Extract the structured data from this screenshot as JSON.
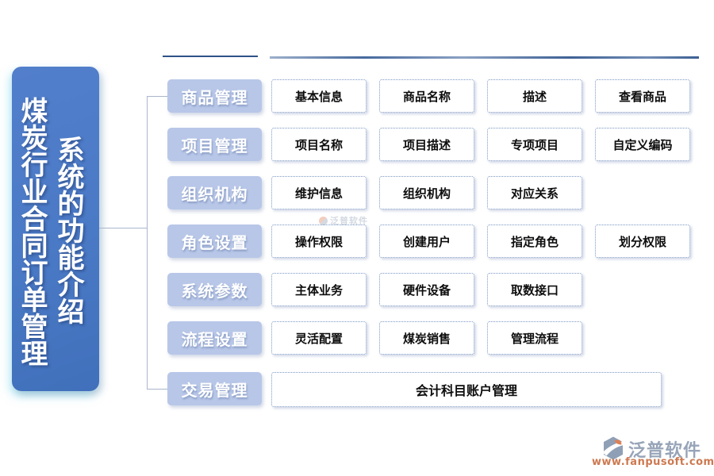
{
  "banner": {
    "title_line1": "煤炭行业合同订单管理",
    "title_line2": "系统的功能介绍"
  },
  "rows": [
    {
      "category": "商品管理",
      "items": [
        "基本信息",
        "商品名称",
        "描述",
        "查看商品"
      ]
    },
    {
      "category": "项目管理",
      "items": [
        "项目名称",
        "项目描述",
        "专项项目",
        "自定义编码"
      ]
    },
    {
      "category": "组织机构",
      "items": [
        "维护信息",
        "组织机构",
        "对应关系"
      ]
    },
    {
      "category": "角色设置",
      "items": [
        "操作权限",
        "创建用户",
        "指定角色",
        "划分权限"
      ]
    },
    {
      "category": "系统参数",
      "items": [
        "主体业务",
        "硬件设备",
        "取数接口"
      ]
    },
    {
      "category": "流程设置",
      "items": [
        "灵活配置",
        "煤炭销售",
        "管理流程"
      ]
    },
    {
      "category": "交易管理",
      "items": [
        "会计科目账户管理"
      ]
    }
  ],
  "watermark": {
    "brand": "泛普软件"
  },
  "footer": {
    "brand": "泛普软件",
    "url": "www.fanpusoft.com"
  },
  "icons": {
    "footer_logo": "fanpu-logo-icon",
    "watermark_logo": "fanpu-logo-small-icon"
  },
  "colors": {
    "banner_blue": "#4a79c5",
    "banner_glow_cyan": "#82d8ec",
    "category_fill": "#b8c7e8",
    "item_border_blue": "#7e9ac6",
    "divider_dark_blue": "#2f5288",
    "connector_gray_blue": "#aab6cc",
    "brand_gray": "#97a4b8",
    "brand_orange": "#cd7950"
  }
}
